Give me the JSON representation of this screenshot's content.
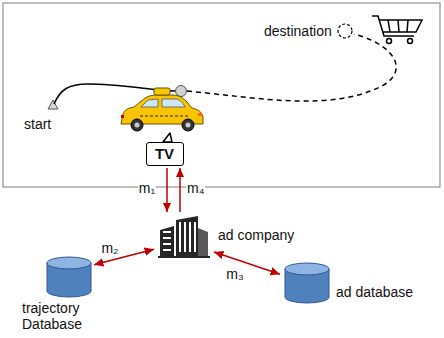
{
  "diagram": {
    "nodes": [
      {
        "text": [
          "TV"
        ]
      },
      {
        "text": [
          "ad company"
        ]
      },
      {
        "text": [
          "trajectory Database"
        ]
      },
      {
        "text": [
          "ad database"
        ]
      }
    ],
    "edges": [
      {
        "from": 0,
        "to": 1,
        "arrow": "to",
        "label": "m₁"
      },
      {
        "from": 1,
        "to": 0,
        "arrow": "to",
        "label": "m₄"
      },
      {
        "from": 1,
        "to": 2,
        "arrow": "both",
        "label": "m₂"
      },
      {
        "from": 1,
        "to": 3,
        "arrow": "both",
        "label": "m₃"
      }
    ],
    "labels": [
      "start",
      "destination"
    ]
  }
}
